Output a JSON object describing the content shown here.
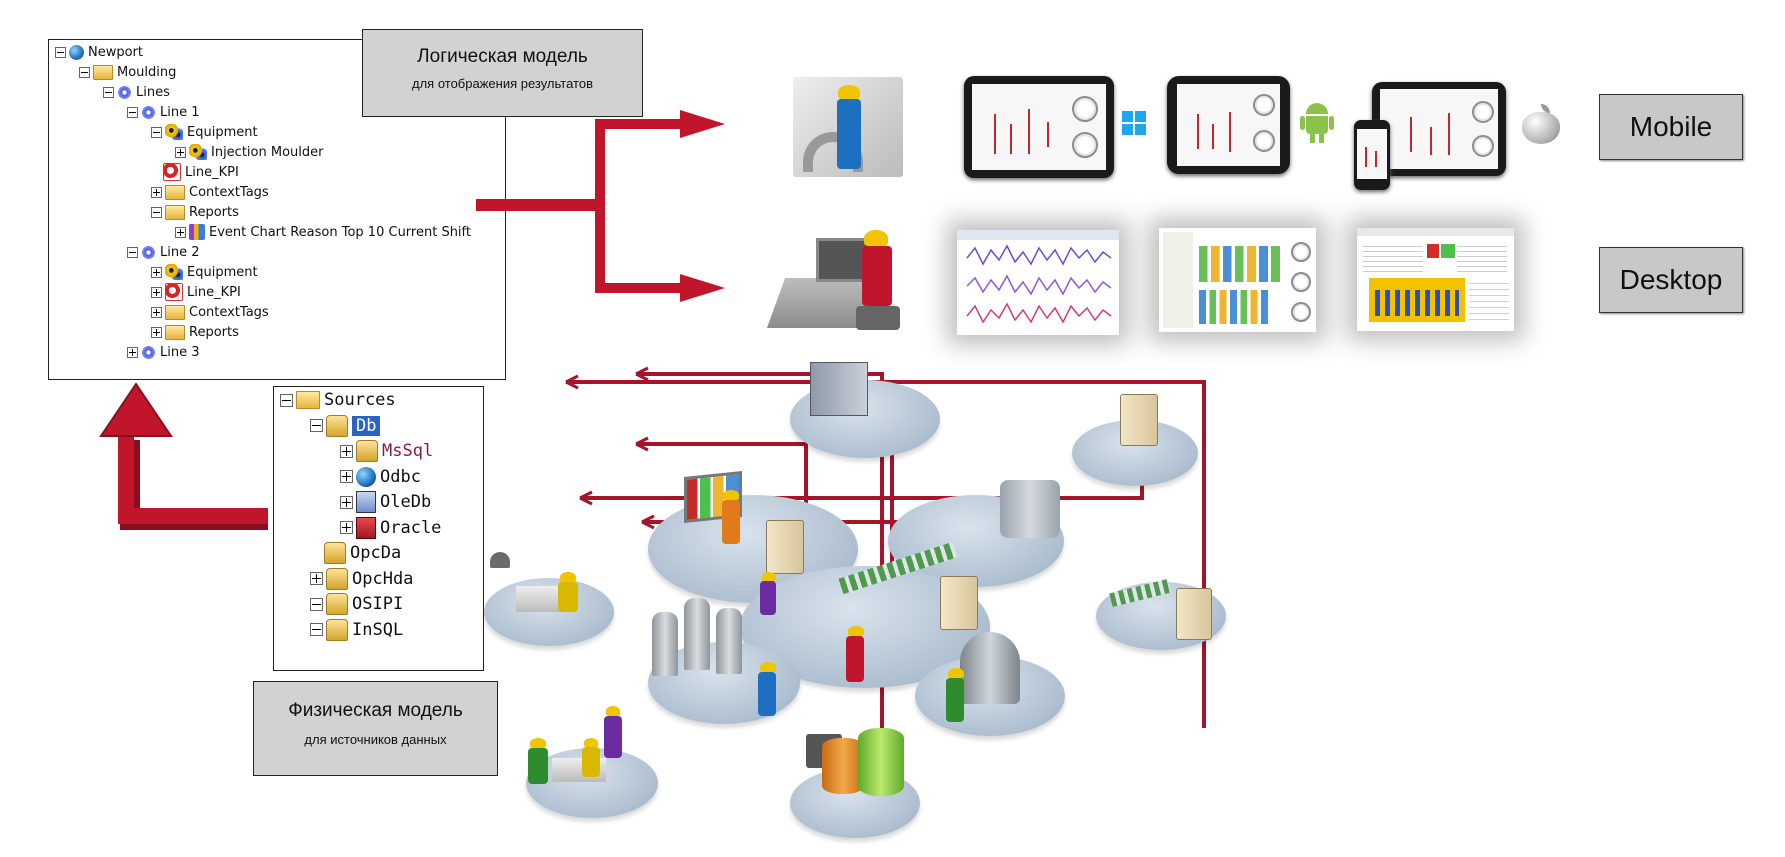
{
  "logical_tree": [
    {
      "label": "Newport",
      "icon": "globe-icon",
      "expander": "minus",
      "level": 0
    },
    {
      "label": "Moulding",
      "icon": "folder-icon",
      "expander": "minus",
      "level": 1
    },
    {
      "label": "Lines",
      "icon": "gear-icon",
      "expander": "minus",
      "level": 2
    },
    {
      "label": "Line 1",
      "icon": "gear-icon",
      "expander": "minus",
      "level": 3
    },
    {
      "label": "Equipment",
      "icon": "gears-icon",
      "expander": "minus",
      "level": 4
    },
    {
      "label": "Injection Moulder",
      "icon": "gears-icon",
      "expander": "plus",
      "level": 5
    },
    {
      "label": "Line_KPI",
      "icon": "kpi-icon",
      "expander": "",
      "level": 4
    },
    {
      "label": "ContextTags",
      "icon": "folder-icon",
      "expander": "plus",
      "level": 4
    },
    {
      "label": "Reports",
      "icon": "folder-icon",
      "expander": "minus",
      "level": 4
    },
    {
      "label": "Event Chart Reason Top 10 Current Shift",
      "icon": "chart-icon",
      "expander": "plus",
      "level": 5
    },
    {
      "label": "Line 2",
      "icon": "gear-icon",
      "expander": "minus",
      "level": 3
    },
    {
      "label": "Equipment",
      "icon": "gears-icon",
      "expander": "plus",
      "level": 4
    },
    {
      "label": "Line_KPI",
      "icon": "kpi-icon",
      "expander": "plus",
      "level": 4
    },
    {
      "label": "ContextTags",
      "icon": "folder-icon",
      "expander": "plus",
      "level": 4
    },
    {
      "label": "Reports",
      "icon": "folder-icon",
      "expander": "plus",
      "level": 4
    },
    {
      "label": "Line 3",
      "icon": "gear-icon",
      "expander": "plus",
      "level": 3
    }
  ],
  "sources_tree": [
    {
      "label": "Sources",
      "icon": "folder-icon",
      "expander": "minus",
      "level": 0
    },
    {
      "label": "Db",
      "icon": "db-icon",
      "expander": "minus",
      "level": 1,
      "selected": true
    },
    {
      "label": "MsSql",
      "icon": "db-icon",
      "expander": "plus",
      "level": 2
    },
    {
      "label": "Odbc",
      "icon": "odbc-icon",
      "expander": "plus",
      "level": 2
    },
    {
      "label": "OleDb",
      "icon": "oledb-icon",
      "expander": "plus",
      "level": 2
    },
    {
      "label": "Oracle",
      "icon": "oracle-icon",
      "expander": "plus",
      "level": 2
    },
    {
      "label": "OpcDa",
      "icon": "db-icon",
      "expander": "",
      "level": 1
    },
    {
      "label": "OpcHda",
      "icon": "db-icon",
      "expander": "plus",
      "level": 1
    },
    {
      "label": "OSIPI",
      "icon": "db-icon",
      "expander": "minus",
      "level": 1
    },
    {
      "label": "InSQL",
      "icon": "db-icon",
      "expander": "minus",
      "level": 1
    }
  ],
  "logical_callout": {
    "title": "Логическая модель",
    "subtitle": "для отображения результатов"
  },
  "physical_callout": {
    "title": "Физическая модель",
    "subtitle": "для источников данных"
  },
  "platforms": {
    "mobile": "Mobile",
    "desktop": "Desktop"
  },
  "colors": {
    "arrow": "#c0152a",
    "panel_gray": "#d2d2d2",
    "disc": "#aebfd0"
  }
}
